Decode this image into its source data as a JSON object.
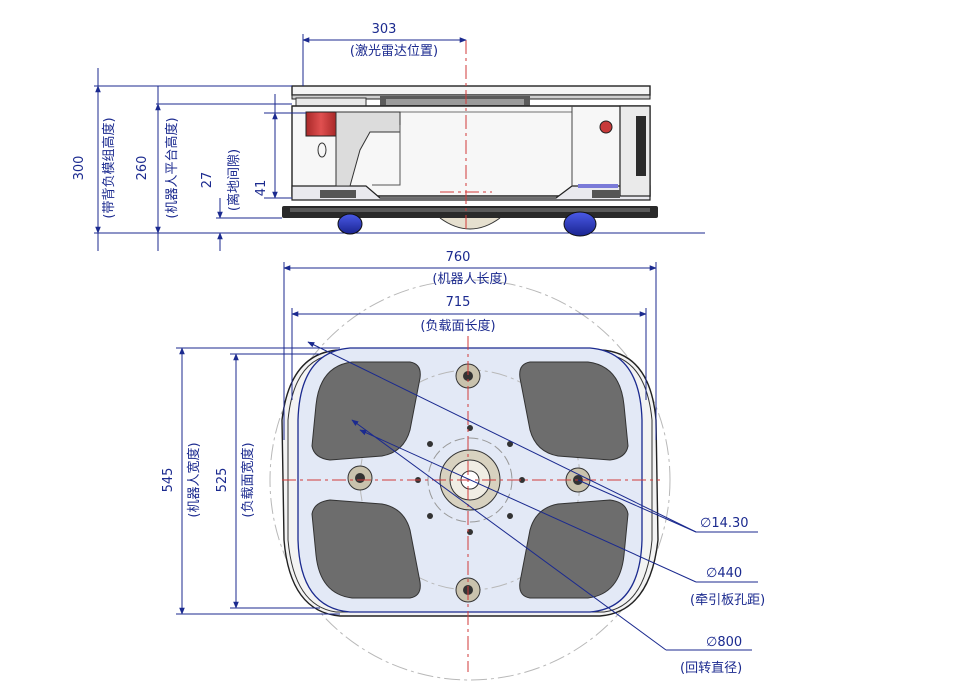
{
  "side_view": {
    "lidar_dim": {
      "value": "303",
      "label": "(激光雷达位置)"
    },
    "height_total": {
      "value": "300",
      "label": "(带背负模组高度)"
    },
    "height_platform": {
      "value": "260",
      "label": "(机器人平台高度)"
    },
    "ground_clearance": {
      "value": "27",
      "label": "(离地间隙)"
    },
    "small_height": {
      "value": "41"
    }
  },
  "top_view": {
    "robot_length": {
      "value": "760",
      "label": "(机器人长度)"
    },
    "load_length": {
      "value": "715",
      "label": "(负载面长度)"
    },
    "robot_width": {
      "value": "545",
      "label": "(机器人宽度)"
    },
    "load_width": {
      "value": "525",
      "label": "(负载面宽度)"
    },
    "hole_dia": {
      "value": "∅14.30"
    },
    "tow_dia": {
      "value": "∅440",
      "label": "(牵引板孔距)"
    },
    "turn_dia": {
      "value": "∅800",
      "label": "(回转直径)"
    }
  },
  "colors": {
    "dimension": "#1b2a8f",
    "center_line": "#d23a3a",
    "load_surface": "#e3e9f6",
    "pad": "#6d6d6d",
    "wheel": "#2f3fd0",
    "accent_red": "#c83a3a"
  }
}
